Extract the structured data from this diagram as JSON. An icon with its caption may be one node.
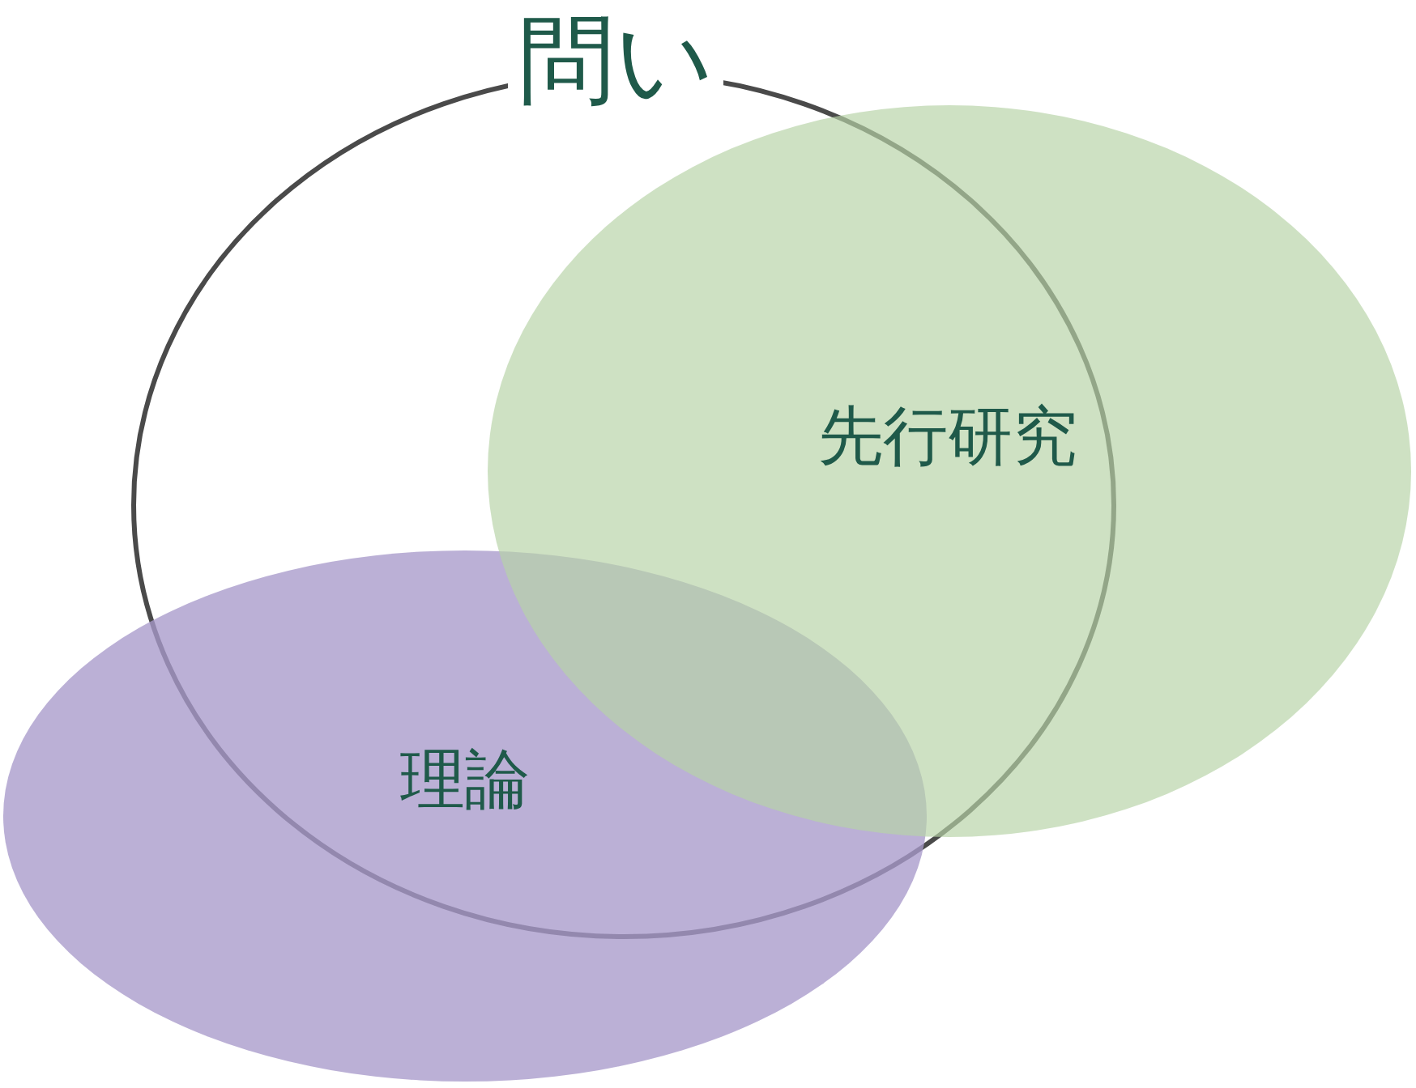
{
  "diagram": {
    "nodes": [
      {
        "text": [
          "問い"
        ]
      },
      {
        "text": [
          "先行研究"
        ]
      },
      {
        "text": [
          "理論"
        ]
      }
    ]
  }
}
